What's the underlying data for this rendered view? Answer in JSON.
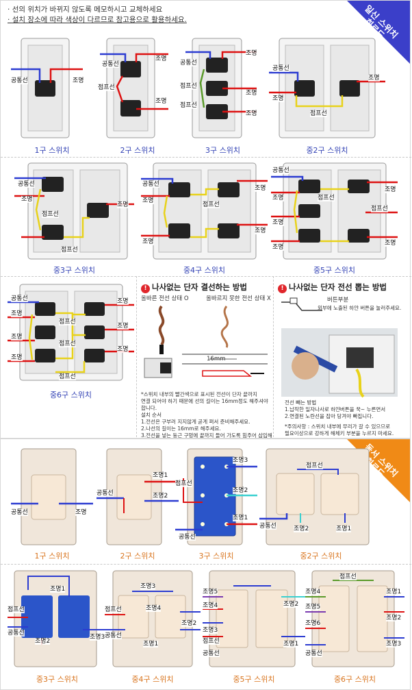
{
  "notes": [
    "선의 위치가 바뀌지 않도록 메모하시고 교체하세요",
    "설치 장소에 따라 색상이 다르므로 참고용으로 활용하세요."
  ],
  "badges": {
    "top": "일신 스위치\n회로도",
    "bottom": "동서 스위치\n회로도"
  },
  "labels": {
    "common": "공통선",
    "light": "조명",
    "jumper": "점프선",
    "light1": "조명1",
    "light2": "조명2",
    "light3": "조명3",
    "light4": "조명4",
    "light5": "조명5",
    "light6": "조명6"
  },
  "top_captions": [
    "1구 스위치",
    "2구 스위치",
    "3구 스위치",
    "중2구 스위치",
    "중3구 스위치",
    "중4구 스위치",
    "중5구 스위치",
    "중6구 스위치"
  ],
  "bottom_captions": [
    "1구 스위치",
    "2구 스위치",
    "3구 스위치",
    "중2구 스위치",
    "중3구 스위치",
    "중4구 스위치",
    "중5구 스위치",
    "중6구 스위치"
  ],
  "cut_method": {
    "title": "나사없는 단자 결선하는 방법",
    "correct": "올바른 전선 상태 O",
    "incorrect": "올바르지 못한 전선 상태 X",
    "length_label": "16mm",
    "body": [
      "*스위치 내부의 빨간색으로 표시된 전선이 단자 끝까지",
      "연결 되어야 하기 때문에 선의 길이는 16mm정도 해주셔야 합니다.",
      "설치 순서",
      "1.전선은 구부러 지지않게 곧게 펴서 준비해주세요.",
      "2.나선의 길이는 16mm로 해주세요.",
      "3.전선을 넣는 둥근 구멍에 끝까지 들어 가도록 힘주어 삽입해주세요."
    ]
  },
  "pull_method": {
    "title": "나사없는 단자 전선 뽑는 방법",
    "button_label": "버튼부분",
    "button_desc": "외부에 노출된 하얀 버튼을 눌러주세요.",
    "body": [
      "전선 빼는 방법",
      "1.납작한 일자나사로 하얀버튼을 꾹~ 누른면서",
      "2.연결된 노란선을 잡아 당겨야 빠집니다."
    ],
    "caution": [
      "*주의사항 : 스위치 내부에 무리가 갈 수 있으므로",
      "필요이상으로 강하게 해체키 부분을 누르지 마세요."
    ]
  }
}
